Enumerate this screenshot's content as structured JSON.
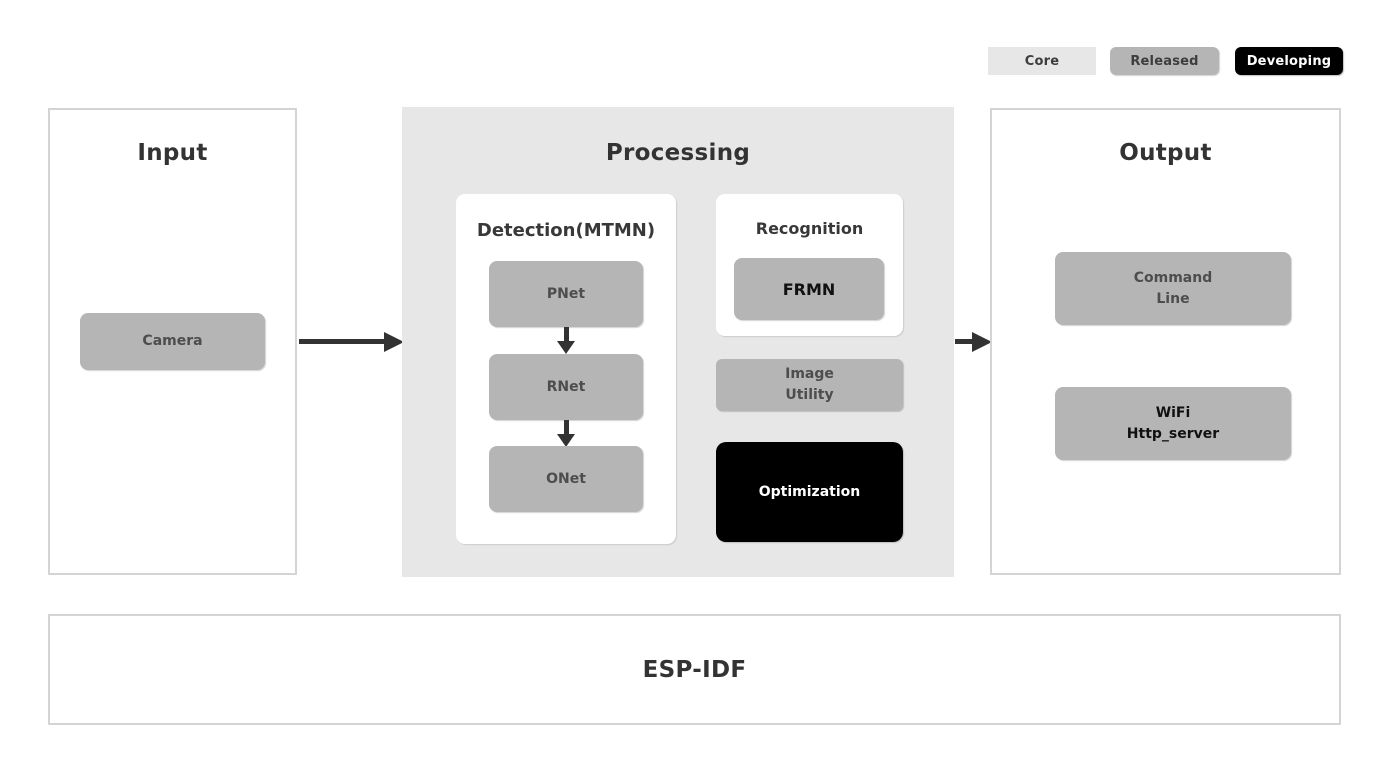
{
  "legend": {
    "core_label": "Core",
    "released_label": "Released",
    "developing_label": "Developing"
  },
  "input": {
    "title": "Input",
    "camera_label": "Camera"
  },
  "processing": {
    "title": "Processing",
    "detection": {
      "title": "Detection(MTMN)",
      "pnet_label": "PNet",
      "rnet_label": "RNet",
      "onet_label": "ONet"
    },
    "recognition": {
      "title": "Recognition",
      "frmn_label": "FRMN"
    },
    "image_utility_label": "Image\nUtility",
    "optimization_label": "Optimization"
  },
  "output": {
    "title": "Output",
    "command_line_label": "Command\nLine",
    "wifi_label": "WiFi\nHttp_server"
  },
  "foundation": {
    "title": "ESP-IDF"
  },
  "status_colors": {
    "core": "#e7e7e7",
    "released": "#b5b5b5",
    "developing": "#000000",
    "panel_border": "#d4d4d4",
    "arrow": "#333333"
  }
}
